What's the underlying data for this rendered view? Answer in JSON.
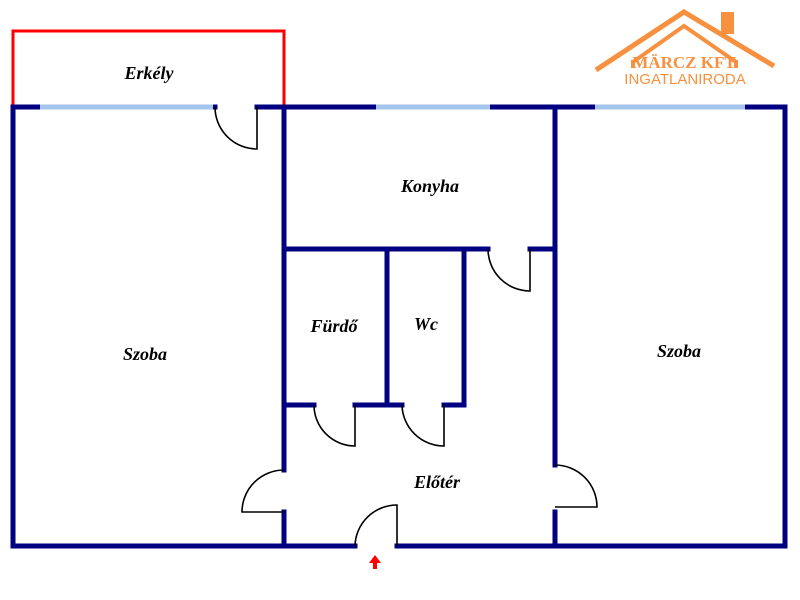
{
  "logo": {
    "company": "MÄRCZ KFT",
    "subtitle": "INGATLANIRODA",
    "color": "#f7913f"
  },
  "rooms": {
    "balcony": "Erkély",
    "room_left": "Szoba",
    "kitchen": "Konyha",
    "bathroom": "Fürdő",
    "toilet": "Wc",
    "room_right": "Szoba",
    "hall": "Előtér"
  },
  "colors": {
    "wall": "#000080",
    "window": "#a4c6ea",
    "balcony": "#ff0000",
    "entrance_arrow": "#ff0000"
  }
}
